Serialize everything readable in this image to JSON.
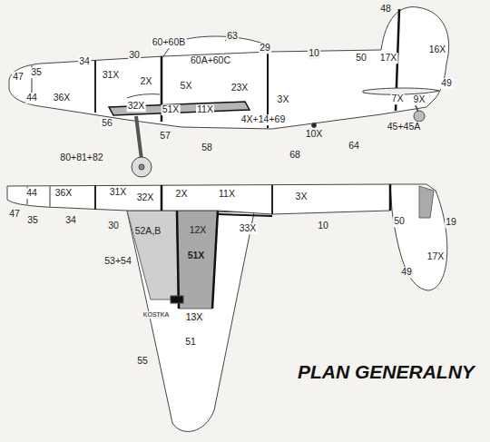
{
  "diagram": {
    "title": "PLAN GENERALNY",
    "labels": [
      "48",
      "63",
      "60+60B",
      "29",
      "10",
      "60A+60C",
      "16X",
      "17X",
      "50",
      "47",
      "35",
      "34",
      "31X",
      "30",
      "2X",
      "23X",
      "36X",
      "44",
      "5X",
      "3X",
      "32X",
      "51X",
      "11X",
      "7X",
      "9X",
      "49",
      "4X+14+69",
      "10X",
      "56",
      "57",
      "58",
      "68",
      "64",
      "45+45A",
      "80+81+82",
      "2X",
      "44",
      "36X",
      "31X",
      "32X",
      "11X",
      "3X",
      "47",
      "35",
      "34",
      "30",
      "10",
      "50",
      "19",
      "52A,B",
      "12X",
      "33X",
      "53+54",
      "51X",
      "17X",
      "49",
      "13X",
      "KOSTKA",
      "51",
      "55"
    ]
  }
}
